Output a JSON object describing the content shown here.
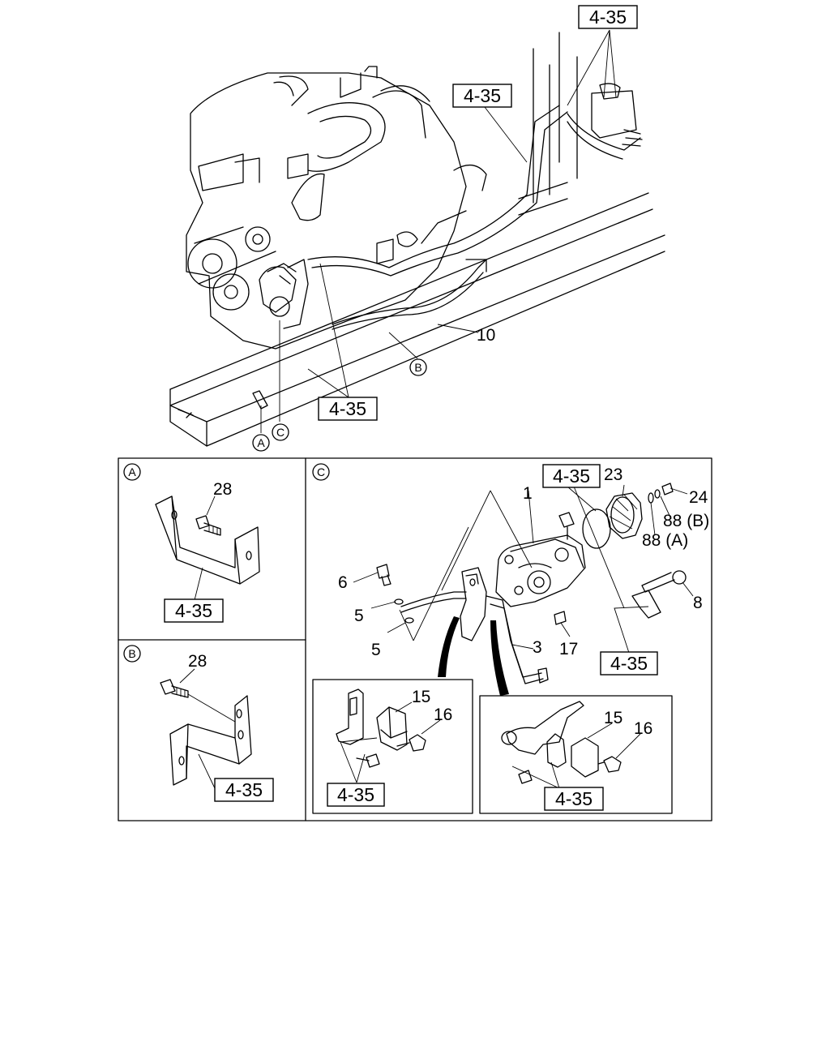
{
  "ref": "4-35",
  "main": {
    "part_10": "10",
    "callout_a": "A",
    "callout_b": "B",
    "callout_c": "C"
  },
  "panel_a": {
    "letter": "A",
    "part_28": "28"
  },
  "panel_b": {
    "letter": "B",
    "part_28": "28"
  },
  "panel_c": {
    "letter": "C",
    "part_1": "1",
    "part_3": "3",
    "part_5a": "5",
    "part_5b": "5",
    "part_6": "6",
    "part_8": "8",
    "part_17": "17",
    "part_23": "23",
    "part_24": "24",
    "part_88b": "88 (B)",
    "part_88a": "88 (A)",
    "inset_left": {
      "part_15": "15",
      "part_16": "16"
    },
    "inset_right": {
      "part_15": "15",
      "part_16": "16"
    }
  }
}
